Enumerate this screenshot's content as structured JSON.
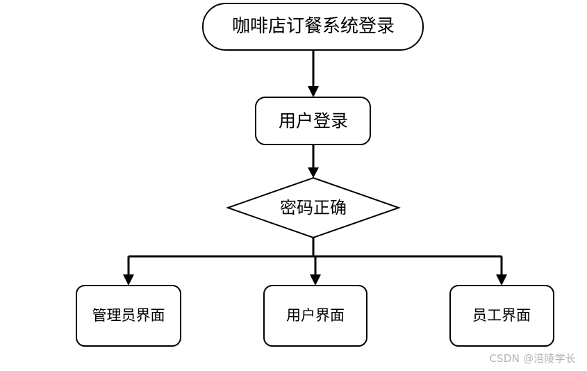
{
  "diagram": {
    "start": "咖啡店订餐系统登录",
    "login": "用户登录",
    "decision": "密码正确",
    "outcomes": [
      "管理员界面",
      "用户界面",
      "员工界面"
    ]
  },
  "watermark": "CSDN @涪陵学长",
  "colors": {
    "stroke": "#000000",
    "fill": "#ffffff",
    "watermark": "#b3b3b3"
  }
}
